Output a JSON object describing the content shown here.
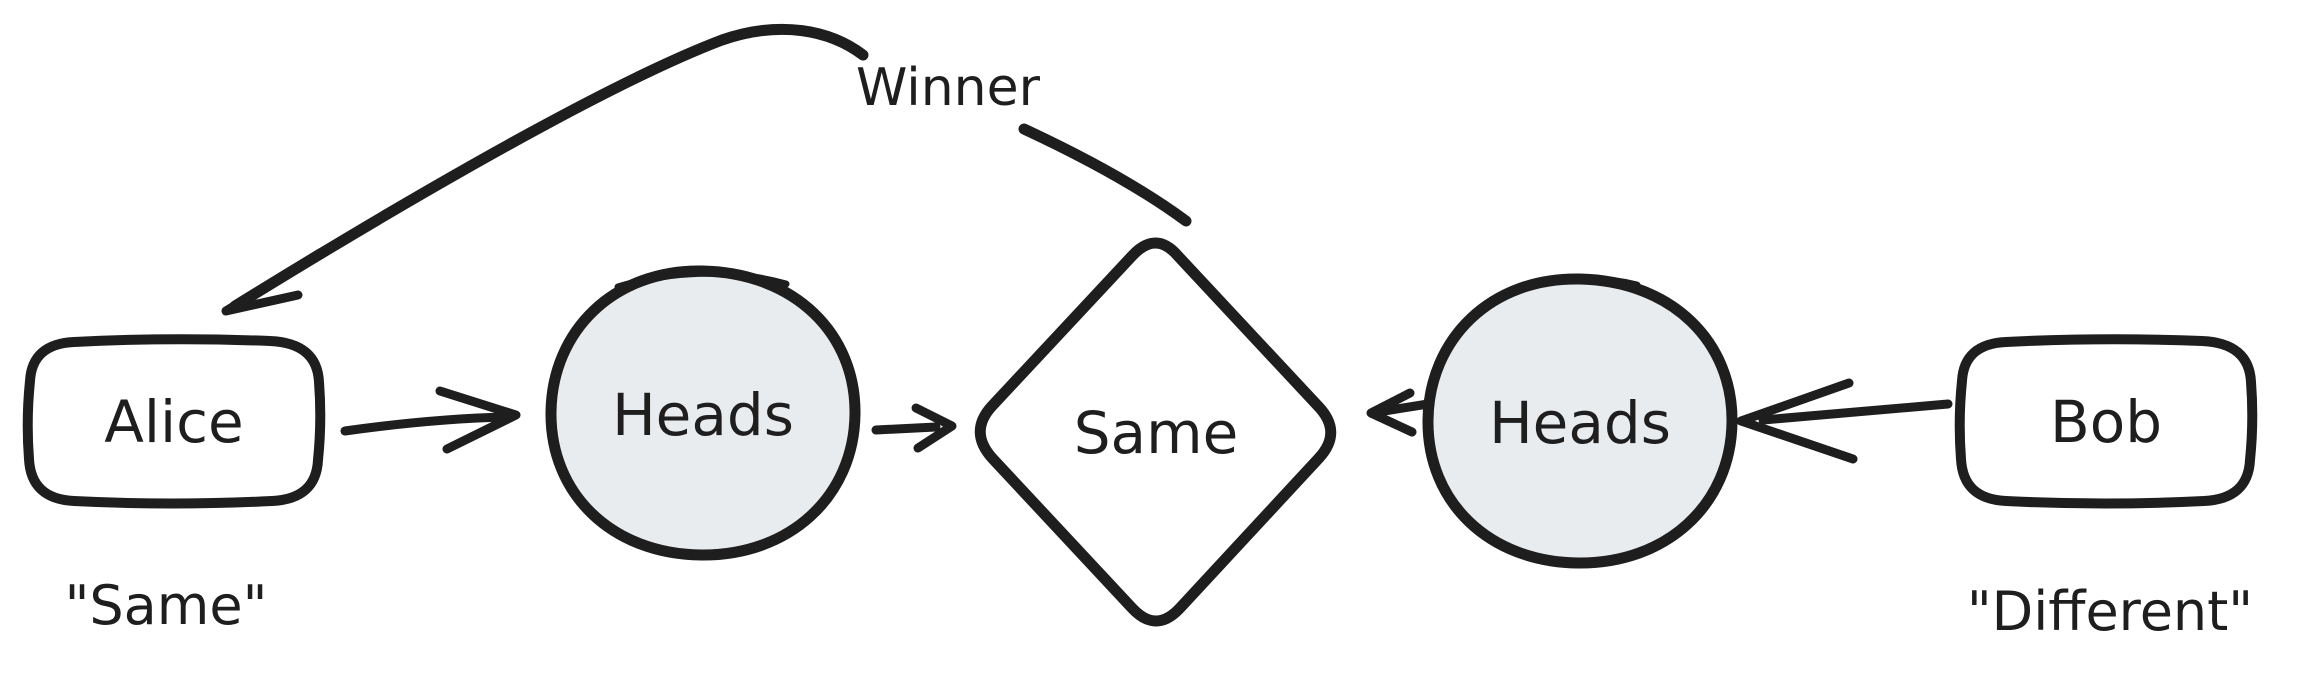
{
  "diagram": {
    "colors": {
      "stroke": "#1e1e1e",
      "coin_fill": "#e9ecef",
      "background": "#ffffff",
      "text": "#1e1e1e"
    },
    "nodes": [
      {
        "id": "alice",
        "type": "rounded-rectangle",
        "label": "Alice"
      },
      {
        "id": "left-coin",
        "type": "circle",
        "label": "Heads"
      },
      {
        "id": "outcome",
        "type": "diamond",
        "label": "Same"
      },
      {
        "id": "right-coin",
        "type": "circle",
        "label": "Heads"
      },
      {
        "id": "bob",
        "type": "rounded-rectangle",
        "label": "Bob"
      }
    ],
    "annotations": [
      {
        "id": "alice-strategy",
        "label": "\"Same\"",
        "attached_to": "alice"
      },
      {
        "id": "bob-strategy",
        "label": "\"Different\"",
        "attached_to": "bob"
      },
      {
        "id": "winner",
        "label": "Winner",
        "attached_to": "winner-arrow"
      }
    ],
    "edges": [
      {
        "from": "alice",
        "to": "left-coin",
        "style": "straight-arrow"
      },
      {
        "from": "left-coin",
        "to": "outcome",
        "style": "straight-arrow"
      },
      {
        "from": "bob",
        "to": "right-coin",
        "style": "straight-arrow"
      },
      {
        "from": "right-coin",
        "to": "outcome",
        "style": "straight-arrow"
      },
      {
        "from": "outcome",
        "to": "alice",
        "style": "curved-arrow",
        "label": "Winner"
      }
    ]
  }
}
